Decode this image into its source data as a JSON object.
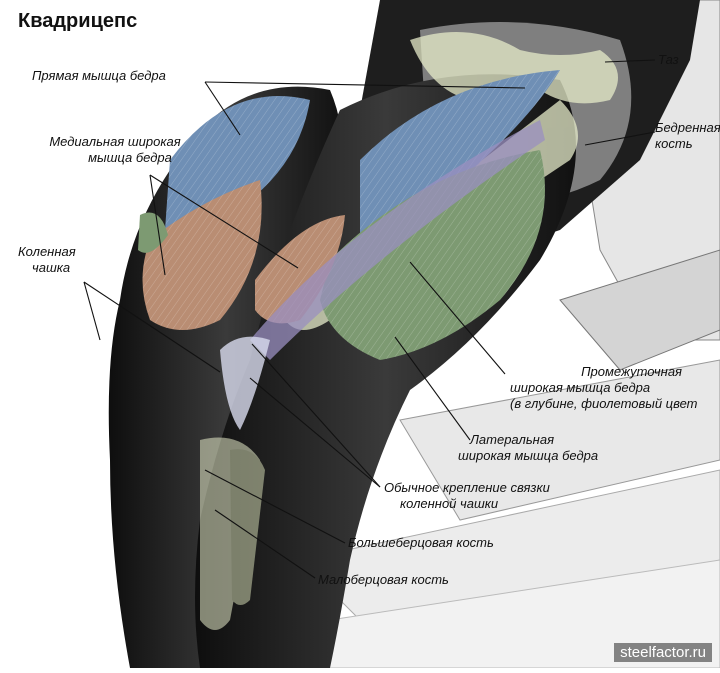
{
  "title": "Квадрицепс",
  "labels": {
    "pelvis": "Таз",
    "rectus_femoris": "Прямая мышца бедра",
    "femur_1": "Бедренная",
    "femur_2": "кость",
    "vastus_medialis_1": "Медиальная широкая",
    "vastus_medialis_2": "мышца бедра",
    "patella_1": "Коленная",
    "patella_2": "чашка",
    "vastus_intermedius_1": "Промежуточная",
    "vastus_intermedius_2": "широкая мышца бедра",
    "vastus_intermedius_3": "(в глубине, фиолетовый цвет",
    "vastus_lateralis_1": "Латеральная",
    "vastus_lateralis_2": "широкая мышца бедра",
    "patellar_ligament_1": "Обычное крепление связки",
    "patellar_ligament_2": "коленной чашки",
    "tibia": "Большеберцовая кость",
    "fibula": "Малоберцовая кость"
  },
  "watermark": "steelfactor.ru",
  "colors": {
    "rectus_femoris": "#6f8fb5",
    "vastus_medialis": "#b98d73",
    "vastus_lateralis": "#7d9a72",
    "vastus_intermedius": "#9a8fc0",
    "bone": "#e6ebc9",
    "leggings": "#1c1c1c",
    "leader_line": "#111111"
  }
}
